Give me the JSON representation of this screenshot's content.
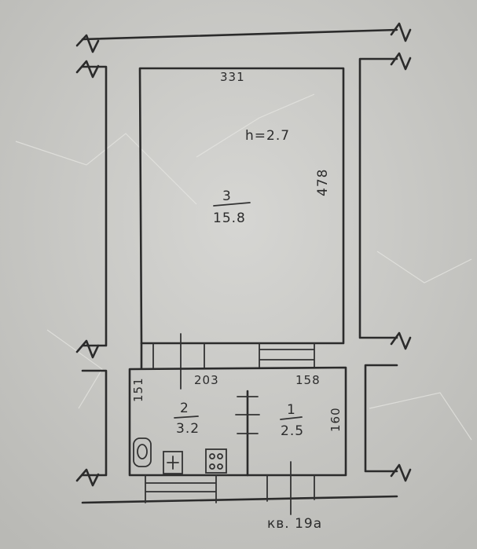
{
  "plan": {
    "room_3": {
      "number": "3",
      "area": "15.8",
      "width": "331",
      "length": "478",
      "height": "h=2.7"
    },
    "room_2": {
      "number": "2",
      "area": "3.2",
      "width": "203",
      "depth": "151"
    },
    "room_1": {
      "number": "1",
      "area": "2.5",
      "width": "158",
      "depth": "160"
    },
    "apartment_label": "кв. 19а"
  },
  "colors": {
    "paper": "#c9c9c6",
    "ink": "#2b2b2b"
  }
}
